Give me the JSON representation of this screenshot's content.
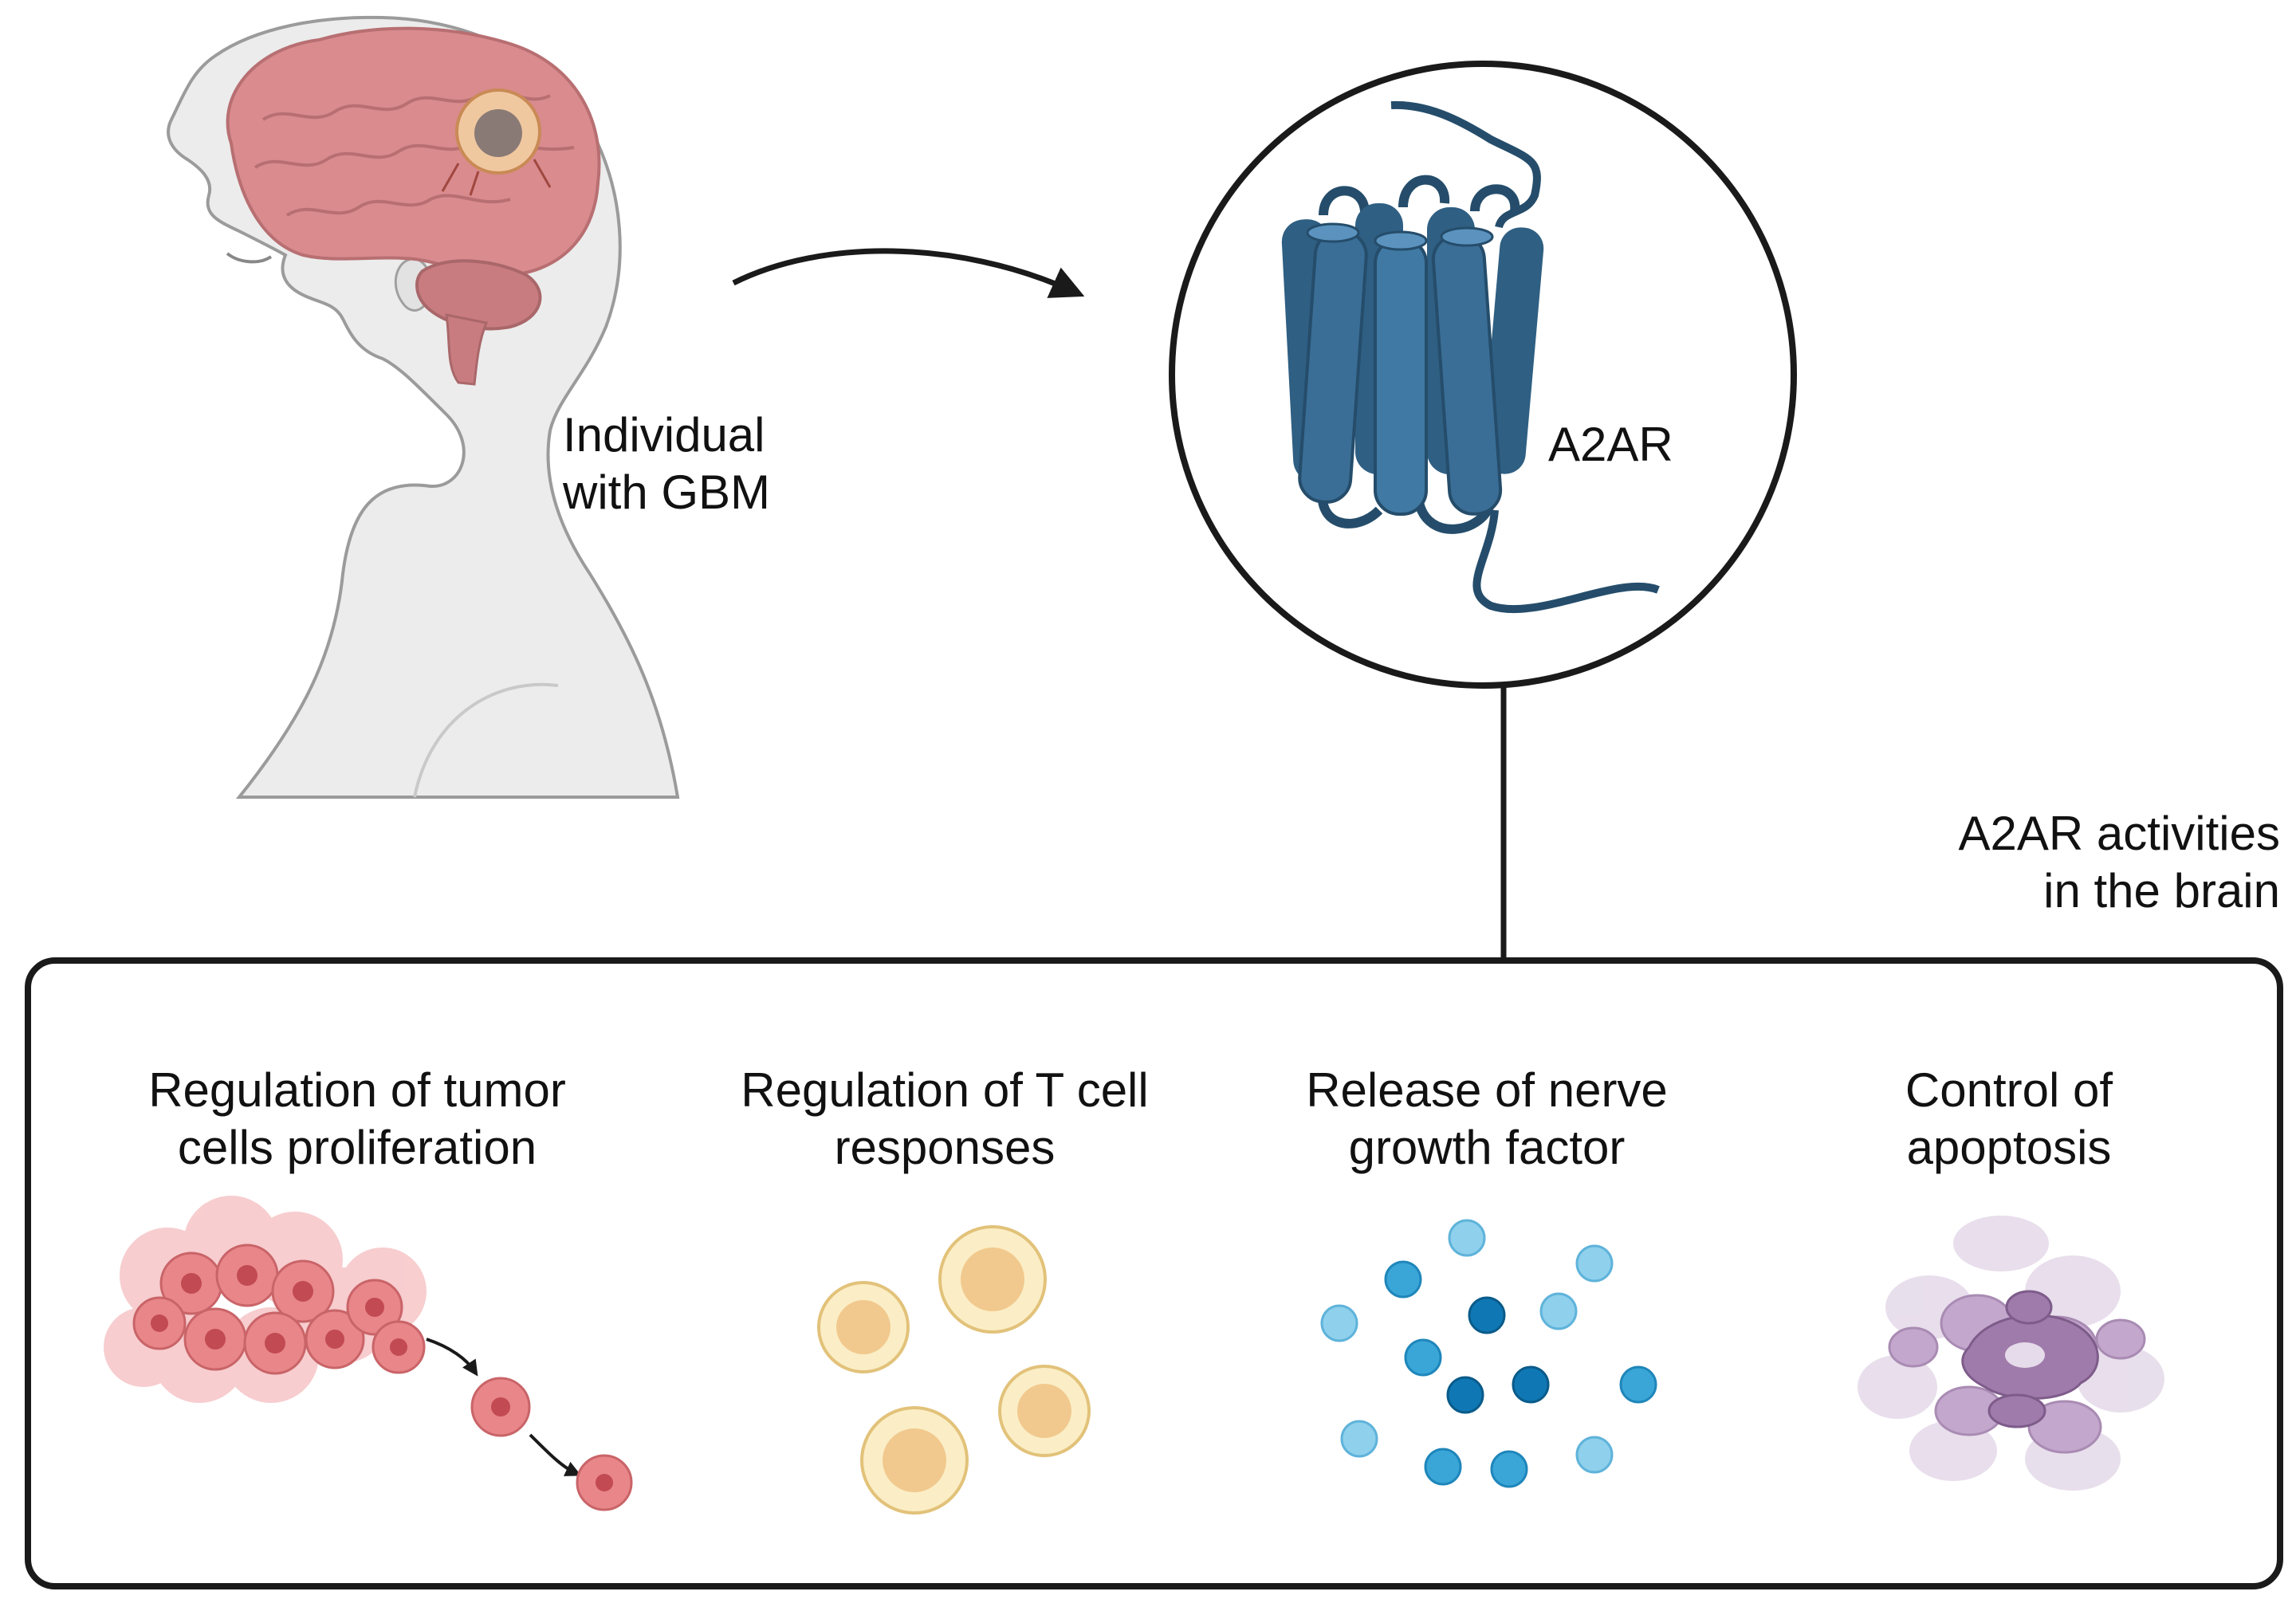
{
  "head": {
    "caption_line1": "Individual",
    "caption_line2": "with GBM"
  },
  "receptor": {
    "label": "A2AR"
  },
  "activities": {
    "header_line1": "A2AR activities",
    "header_line2": "in the brain",
    "panels": [
      {
        "line1": "Regulation of tumor",
        "line2": "cells proliferation"
      },
      {
        "line1": "Regulation of T cell",
        "line2": "responses"
      },
      {
        "line1": "Release of nerve",
        "line2": "growth factor"
      },
      {
        "line1": "Control of",
        "line2": "apoptosis"
      }
    ]
  },
  "colors": {
    "receptor": "#3a6e96",
    "receptor_dark": "#254d6b",
    "brain": "#d98b8e",
    "tumor_cells": "#e8868a",
    "t_cells": "#f3d79a",
    "ngf": "#2a8fc8",
    "apoptosis": "#9f7bab",
    "outline": "#1a1a1a"
  }
}
